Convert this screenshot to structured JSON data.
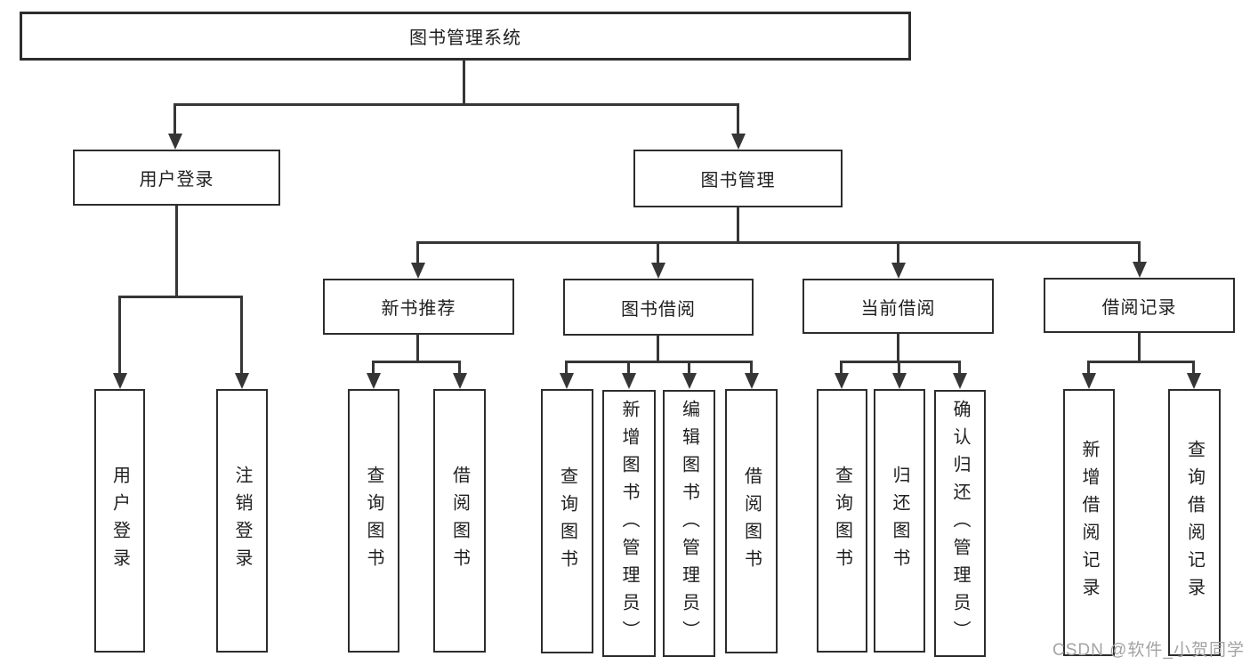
{
  "diagram": {
    "root": {
      "label": "图书管理系统"
    },
    "user_login": {
      "label": "用户登录",
      "children": [
        {
          "label": "用户登录"
        },
        {
          "label": "注销登录"
        }
      ]
    },
    "book_mgmt": {
      "label": "图书管理"
    },
    "new_books": {
      "label": "新书推荐",
      "children": [
        {
          "label": "查询图书"
        },
        {
          "label": "借阅图书"
        }
      ]
    },
    "borrowing": {
      "label": "图书借阅",
      "children": [
        {
          "label": "查询图书"
        },
        {
          "label": "新增图书（管理员）"
        },
        {
          "label": "编辑图书（管理员）"
        },
        {
          "label": "借阅图书"
        }
      ]
    },
    "current": {
      "label": "当前借阅",
      "children": [
        {
          "label": "查询图书"
        },
        {
          "label": "归还图书"
        },
        {
          "label": "确认归还（管理员）"
        }
      ]
    },
    "records": {
      "label": "借阅记录",
      "children": [
        {
          "label": "新增借阅记录"
        },
        {
          "label": "查询借阅记录"
        }
      ]
    }
  },
  "watermark": {
    "text": "CSDN @软件_小贺同学",
    "color": "#a3a3a3"
  },
  "colors": {
    "line": "#363636",
    "border": "#2d2d2d",
    "text": "#1f1f1f",
    "background": "#ffffff"
  }
}
